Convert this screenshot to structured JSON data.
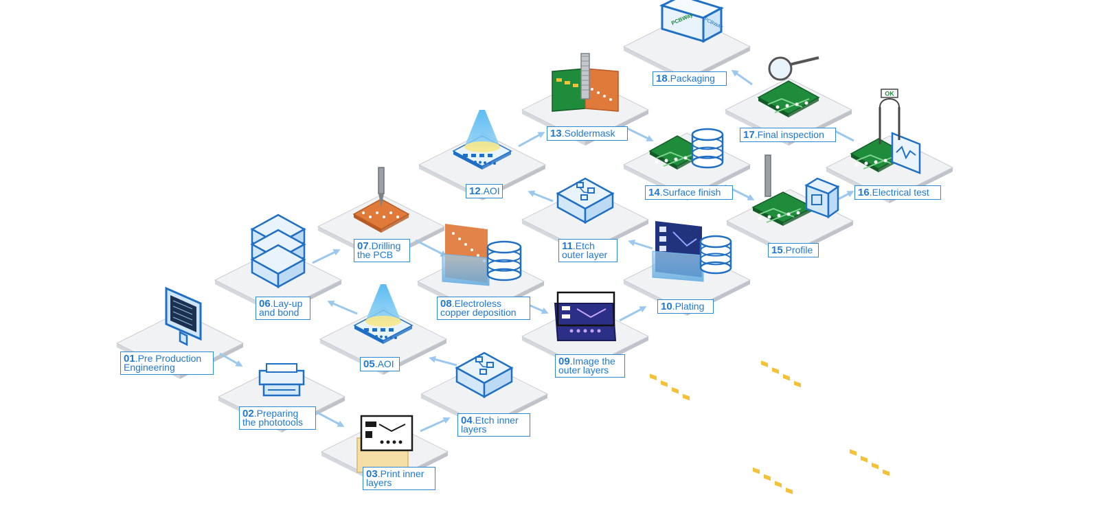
{
  "steps": [
    {
      "num": "01",
      "text": ".Pre Production",
      "text2": "Engineering",
      "icon": "monitor-icon"
    },
    {
      "num": "02",
      "text": ".Preparing",
      "text2": "the phototools",
      "icon": "printer-icon"
    },
    {
      "num": "03",
      "text": ".Print inner",
      "text2": "layers",
      "icon": "film-layers-icon"
    },
    {
      "num": "04",
      "text": ".Etch inner",
      "text2": "layers",
      "icon": "etch-block-icon"
    },
    {
      "num": "05",
      "text": ".AOI",
      "text2": "",
      "icon": "aoi-scan-icon"
    },
    {
      "num": "06",
      "text": ".Lay-up",
      "text2": "and bond",
      "icon": "layer-stack-icon"
    },
    {
      "num": "07",
      "text": ".Drilling",
      "text2": "the PCB",
      "icon": "drill-board-icon"
    },
    {
      "num": "08",
      "text": ".Electroless",
      "text2": "copper deposition",
      "icon": "copper-tank-icon"
    },
    {
      "num": "09",
      "text": ".Image the",
      "text2": "outer layers",
      "icon": "outer-image-icon"
    },
    {
      "num": "10",
      "text": ".Plating",
      "text2": "",
      "icon": "plating-tank-icon"
    },
    {
      "num": "11",
      "text": ".Etch",
      "text2": "outer layer",
      "icon": "etch-block-icon"
    },
    {
      "num": "12",
      "text": ".AOI",
      "text2": "",
      "icon": "aoi-scan-icon"
    },
    {
      "num": "13",
      "text": ".Soldermask",
      "text2": "",
      "icon": "soldermask-icon"
    },
    {
      "num": "14",
      "text": ".Surface finish",
      "text2": "",
      "icon": "surface-finish-icon"
    },
    {
      "num": "15",
      "text": ".Profile",
      "text2": "",
      "icon": "profile-router-icon"
    },
    {
      "num": "16",
      "text": ".Electrical test",
      "text2": "",
      "icon": "electrical-test-icon"
    },
    {
      "num": "17",
      "text": ".Final inspection",
      "text2": "",
      "icon": "magnifier-icon"
    },
    {
      "num": "18",
      "text": ".Packaging",
      "text2": "",
      "icon": "package-box-icon"
    }
  ],
  "box_text": {
    "brand": "PCBWay",
    "brand_cn": "PCBWAY"
  },
  "ok_text": "OK",
  "colors": {
    "accent": "#2a8ad8",
    "board_green": "#1e8c3a",
    "copper": "#e07a3a",
    "tile": "#f1f2f4"
  }
}
